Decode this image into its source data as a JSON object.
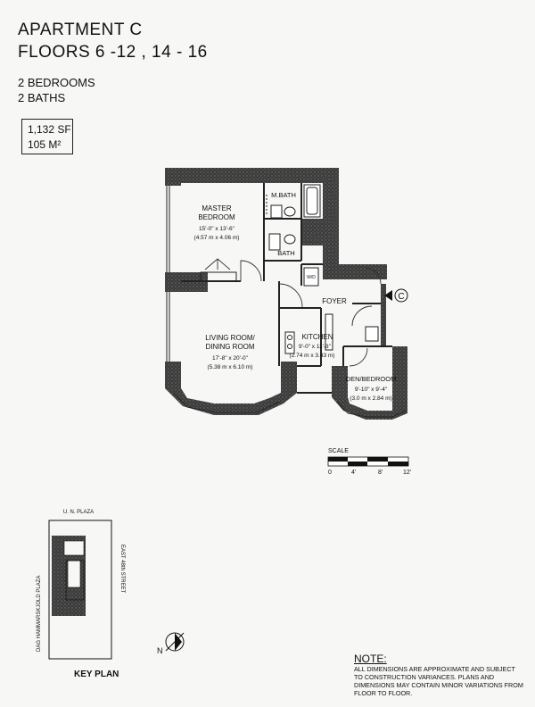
{
  "header": {
    "apartment": "APARTMENT C",
    "floors": "FLOORS 6 -12  , 14 - 16",
    "bedrooms": "2 BEDROOMS",
    "baths": "2 BATHS",
    "area_sf": "1,132  SF",
    "area_m2": "105 M²"
  },
  "rooms": {
    "master_bedroom": {
      "name_line1": "MASTER",
      "name_line2": "BEDROOM",
      "dim_ft": "15'-0\" x 13'-6\"",
      "dim_m": "(4.57 m x 4.06 m)"
    },
    "master_bath": {
      "name": "M.BATH"
    },
    "bath": {
      "name": "BATH"
    },
    "wd": {
      "name": "W/D"
    },
    "foyer": {
      "name": "FOYER"
    },
    "kitchen": {
      "name": "KITCHEN",
      "dim_ft": "9'-0\" x 11'-3\"",
      "dim_m": "(2.74 m x 3.43 m)"
    },
    "living": {
      "name_line1": "LIVING ROOM/",
      "name_line2": "DINING ROOM",
      "dim_ft": "17'-8\" x 20'-0\"",
      "dim_m": "(5.38 m x 6.10 m)"
    },
    "den": {
      "name": "DEN/BEDROOM",
      "dim_ft": "9'-10\" x 9'-4\"",
      "dim_m": "(3.0 m x 2.84 m)"
    },
    "entry_marker": "C"
  },
  "scale": {
    "label": "SCALE",
    "ticks": [
      "0",
      "4'",
      "8'",
      "12'"
    ]
  },
  "key_plan": {
    "title": "KEY PLAN",
    "north_street": "U. N. PLAZA",
    "west_street": "DAG HAMMARSKJOLD PLAZA",
    "east_street": "EAST 48th STREET",
    "north_label": "N"
  },
  "note": {
    "heading": "NOTE:",
    "text": "All dimensions are approximate and subject to construction variances.  Plans and dimensions may contain minor variations from floor to floor."
  }
}
